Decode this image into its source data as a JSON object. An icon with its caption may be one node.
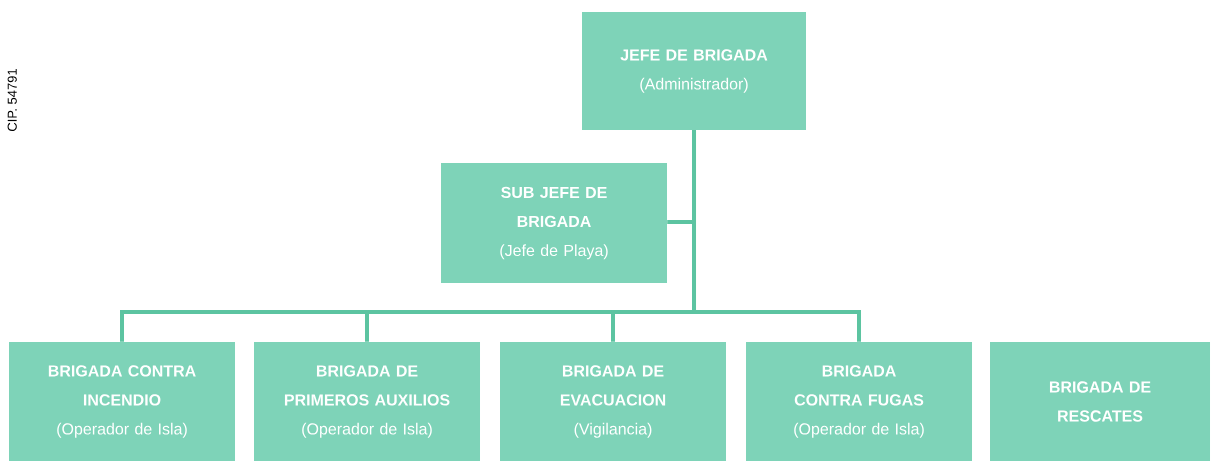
{
  "diagram": {
    "nodes": [
      {
        "text": [
          "JEFE DE BRIGADA",
          "(Administrador)"
        ]
      },
      {
        "text": [
          "SUB JEFE DE BRIGADA",
          "(Jefe de Playa)"
        ]
      },
      {
        "text": [
          "BRIGADA CONTRA INCENDIO",
          "(Operador de Isla)"
        ]
      },
      {
        "text": [
          "BRIGADA DE PRIMEROS AUXILIOS",
          "(Operador de Isla)"
        ]
      },
      {
        "text": [
          "BRIGADA DE EVACUACION",
          "(Vigilancia)"
        ]
      },
      {
        "text": [
          "BRIGADA CONTRA FUGAS",
          "(Operador de Isla)"
        ]
      },
      {
        "text": [
          "BRIGADA DE RESCATES"
        ]
      }
    ],
    "edges": [
      {
        "from": 0,
        "to": 1,
        "arrow": "none"
      },
      {
        "from": 0,
        "to": 2,
        "arrow": "none"
      },
      {
        "from": 0,
        "to": 3,
        "arrow": "none"
      },
      {
        "from": 0,
        "to": 4,
        "arrow": "none"
      },
      {
        "from": 0,
        "to": 5,
        "arrow": "none"
      }
    ],
    "labels": [
      "CIP. 54791"
    ]
  }
}
